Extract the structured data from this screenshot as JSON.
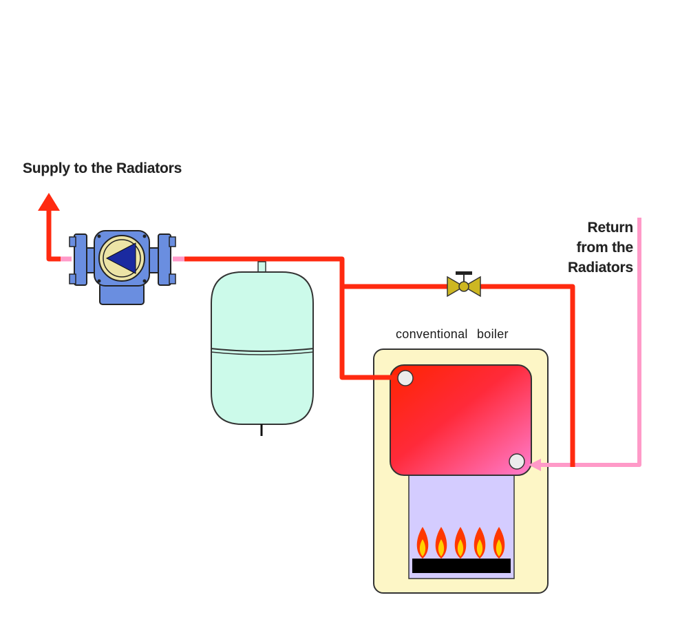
{
  "labels": {
    "supply": "Supply to the Radiators",
    "return_line1": "Return",
    "return_line2": "from the",
    "return_line3": "Radiators",
    "boiler": "conventional boiler"
  },
  "colors": {
    "hot_pipe": "#ff2a10",
    "cool_pipe": "#ff9ac8",
    "tank": "#ccfaea",
    "boiler_casing": "#fdf6c6",
    "combustion_chamber": "#d4ccff",
    "pump_body": "#6a8ee0",
    "pump_face": "#ece4a6",
    "pump_arrow": "#1a2aa0",
    "valve": "#cdb722",
    "burner": "#000000",
    "flame_outer": "#ff3800",
    "flame_inner": "#ffd000"
  },
  "icons": {
    "pump": "circulator-pump-icon",
    "valve": "gate-valve-icon",
    "flame": "flame-icon",
    "arrow": "arrow-up-icon"
  }
}
